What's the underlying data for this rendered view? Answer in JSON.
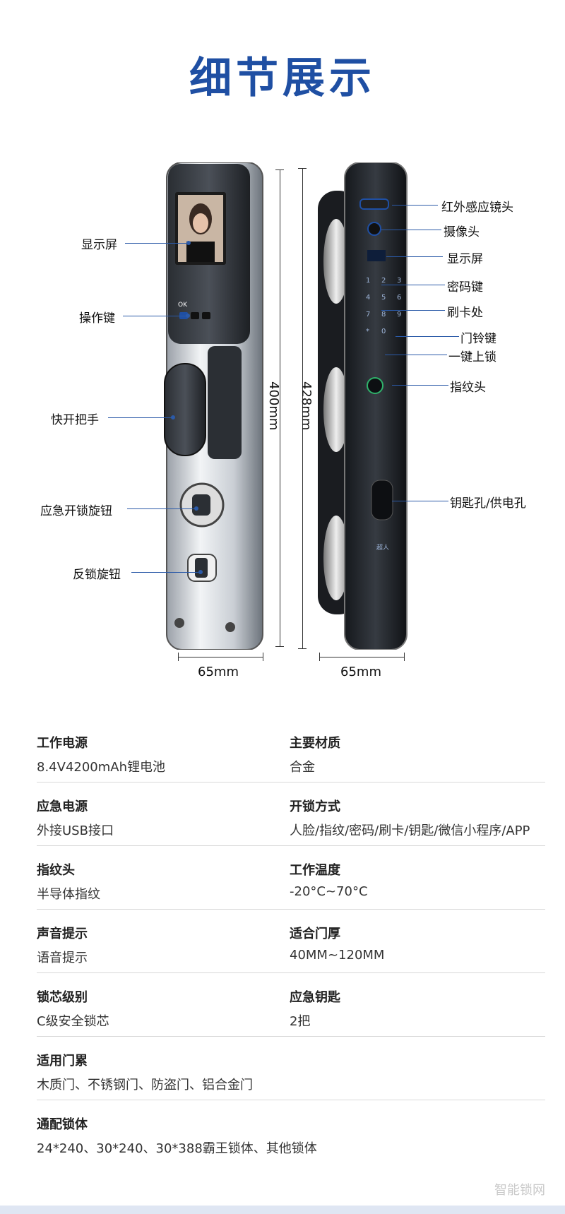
{
  "title": "细节展示",
  "left_callouts": [
    {
      "id": "display-screen-left",
      "label": "显示屏"
    },
    {
      "id": "operation-keys",
      "label": "操作键"
    },
    {
      "id": "quick-open-handle",
      "label": "快开把手"
    },
    {
      "id": "emergency-knob",
      "label": "应急开锁旋钮"
    },
    {
      "id": "anti-lock-knob",
      "label": "反锁旋钮"
    }
  ],
  "right_callouts": [
    {
      "id": "infrared-lens",
      "label": "红外感应镜头"
    },
    {
      "id": "camera",
      "label": "摄像头"
    },
    {
      "id": "display-screen-right",
      "label": "显示屏"
    },
    {
      "id": "password-keys",
      "label": "密码键"
    },
    {
      "id": "card-area",
      "label": "刷卡处"
    },
    {
      "id": "doorbell-key",
      "label": "门铃键"
    },
    {
      "id": "one-key-lock",
      "label": "一键上锁"
    },
    {
      "id": "fingerprint-head",
      "label": "指纹头"
    },
    {
      "id": "keyhole-power",
      "label": "钥匙孔/供电孔"
    }
  ],
  "dimensions": {
    "height_front": "400mm",
    "height_back": "428mm",
    "width_front": "65mm",
    "width_back": "65mm"
  },
  "keypad": {
    "digits": [
      "1",
      "2",
      "3",
      "4",
      "5",
      "6",
      "7",
      "8",
      "9",
      "*",
      "0"
    ],
    "ok_label": "OK",
    "brand": "超人"
  },
  "specs": [
    [
      {
        "name": "工作电源",
        "value": "8.4V4200mAh锂电池"
      },
      {
        "name": "主要材质",
        "value": "合金"
      }
    ],
    [
      {
        "name": "应急电源",
        "value": "外接USB接口"
      },
      {
        "name": "开锁方式",
        "value": "人脸/指纹/密码/刷卡/钥匙/微信小程序/APP"
      }
    ],
    [
      {
        "name": "指纹头",
        "value": "半导体指纹"
      },
      {
        "name": "工作温度",
        "value": "-20°C~70°C"
      }
    ],
    [
      {
        "name": "声音提示",
        "value": "语音提示"
      },
      {
        "name": "适合门厚",
        "value": "40MM~120MM"
      }
    ],
    [
      {
        "name": "锁芯级别",
        "value": "C级安全锁芯"
      },
      {
        "name": "应急钥匙",
        "value": "2把"
      }
    ],
    [
      {
        "name": "适用门累",
        "value": "木质门、不锈钢门、防盗门、铝合金门"
      }
    ],
    [
      {
        "name": "通配锁体",
        "value": "24*240、30*240、30*388霸王锁体、其他锁体"
      }
    ]
  ],
  "watermark": "智能锁网",
  "colors": {
    "accent": "#1f4fa3",
    "line": "#2b5aa8"
  }
}
